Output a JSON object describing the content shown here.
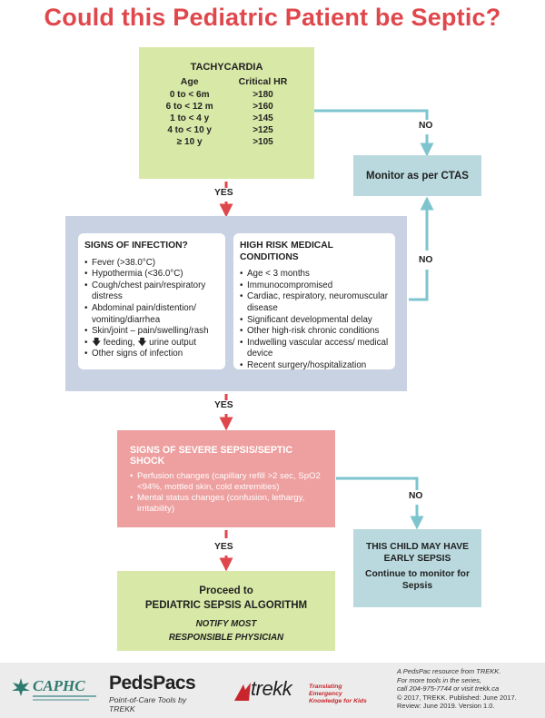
{
  "title": "Could this Pediatric Patient be Septic?",
  "tachycardia": {
    "heading": "TACHYCARDIA",
    "col_age": "Age",
    "col_hr": "Critical HR",
    "rows": [
      {
        "age": "0 to < 6m",
        "hr": ">180"
      },
      {
        "age": "6 to < 12 m",
        "hr": ">160"
      },
      {
        "age": "1 to < 4 y",
        "hr": ">145"
      },
      {
        "age": "4 to < 10 y",
        "hr": ">125"
      },
      {
        "age": "≥ 10 y",
        "hr": ">105"
      }
    ]
  },
  "monitor": "Monitor as per CTAS",
  "labels": {
    "yes": "YES",
    "no": "NO"
  },
  "infection": {
    "heading": "SIGNS OF INFECTION?",
    "items": [
      "Fever (>38.0°C)",
      "Hypothermia (<36.0°C)",
      "Cough/chest pain/respiratory distress",
      "Abdominal pain/distention/ vomiting/diarrhea",
      "Skin/joint – pain/swelling/rash",
      "🡇 feeding, 🡇 urine output",
      "Other signs of infection"
    ]
  },
  "highrisk": {
    "heading": "HIGH RISK MEDICAL CONDITIONS",
    "items": [
      "Age < 3 months",
      "Immunocompromised",
      "Cardiac, respiratory, neuromuscular disease",
      "Significant developmental delay",
      "Other high-risk chronic conditions",
      "Indwelling vascular access/ medical device",
      "Recent surgery/hospitalization"
    ]
  },
  "severe": {
    "heading": "SIGNS OF SEVERE SEPSIS/SEPTIC SHOCK",
    "items": [
      "Perfusion changes (capillary refill >2 sec, SpO2 <94%, mottled skin, cold extremities)",
      "Mental status changes (confusion, lethargy, irritability)"
    ]
  },
  "early": {
    "line1": "THIS CHILD MAY HAVE EARLY SEPSIS",
    "line2": "Continue to monitor for Sepsis"
  },
  "proceed": {
    "line1": "Proceed to",
    "line2": "PEDIATRIC SEPSIS ALGORITHM",
    "line3": "NOTIFY MOST",
    "line4": "RESPONSIBLE PHYSICIAN"
  },
  "footer": {
    "caphc": "CAPHC",
    "pedspacs_name": "PedsPacs",
    "pedspacs_tag": "Point-of-Care Tools by TREKK",
    "trekk_name": "trekk",
    "trekk_tag": "Translating Emergency Knowledge for Kids",
    "credits": [
      "A PedsPac resource from TREKK.",
      "For more tools in the series,",
      "call 204-975-7744 or visit trekk.ca",
      "© 2017, TREKK. Published: June 2017.",
      "Review: June 2019. Version 1.0."
    ]
  },
  "colors": {
    "title": "#e0474c",
    "green_box": "#d8e8a6",
    "blue_box": "#b9d9de",
    "slate_box": "#c8d2e3",
    "pink_box": "#ee9f9f",
    "yes_arrow": "#e0474c",
    "no_arrow": "#7ec4cf"
  }
}
